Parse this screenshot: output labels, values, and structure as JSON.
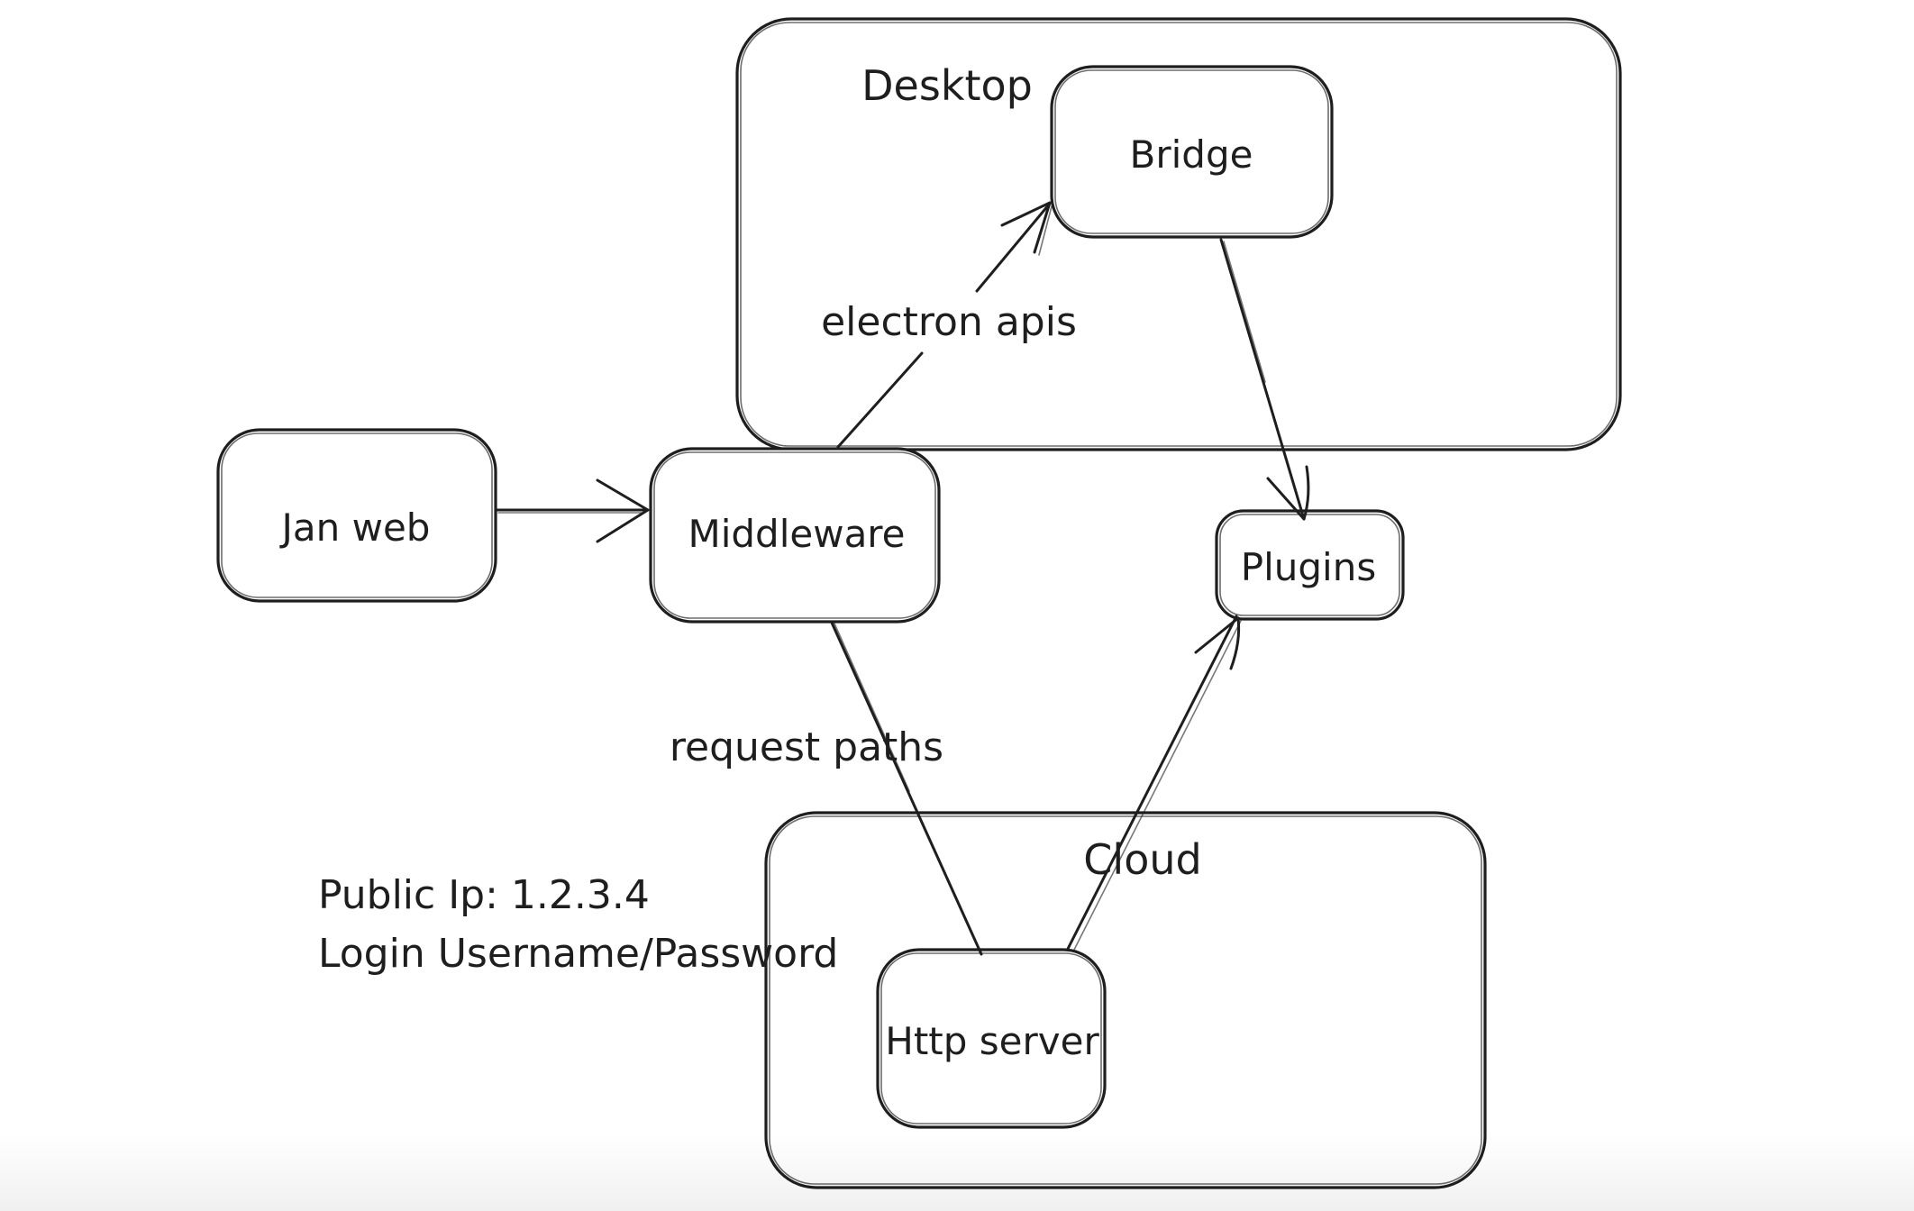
{
  "canvas": {
    "background": "#ffffff",
    "stroke_color": "#1e1e1e",
    "style": "hand-drawn whiteboard (excalidraw)"
  },
  "containers": {
    "desktop": {
      "label": "Desktop"
    },
    "cloud": {
      "label": "Cloud"
    }
  },
  "nodes": {
    "jan_web": {
      "label": "Jan web"
    },
    "middleware": {
      "label": "Middleware"
    },
    "bridge": {
      "label": "Bridge"
    },
    "plugins": {
      "label": "Plugins"
    },
    "http_server": {
      "label": "Http server"
    }
  },
  "edges": {
    "jan_web_to_middleware": {
      "from": "Jan web",
      "to": "Middleware",
      "label": ""
    },
    "middleware_to_bridge": {
      "from": "Middleware",
      "to": "Bridge",
      "label": "electron apis"
    },
    "bridge_to_plugins": {
      "from": "Bridge",
      "to": "Plugins",
      "label": ""
    },
    "middleware_to_http": {
      "from": "Middleware",
      "to": "Http server",
      "label": "request paths"
    },
    "http_to_plugins": {
      "from": "Http server",
      "to": "Plugins",
      "label": ""
    }
  },
  "annotation": {
    "line1": "Public Ip: 1.2.3.4",
    "line2": "Login Username/Password"
  }
}
